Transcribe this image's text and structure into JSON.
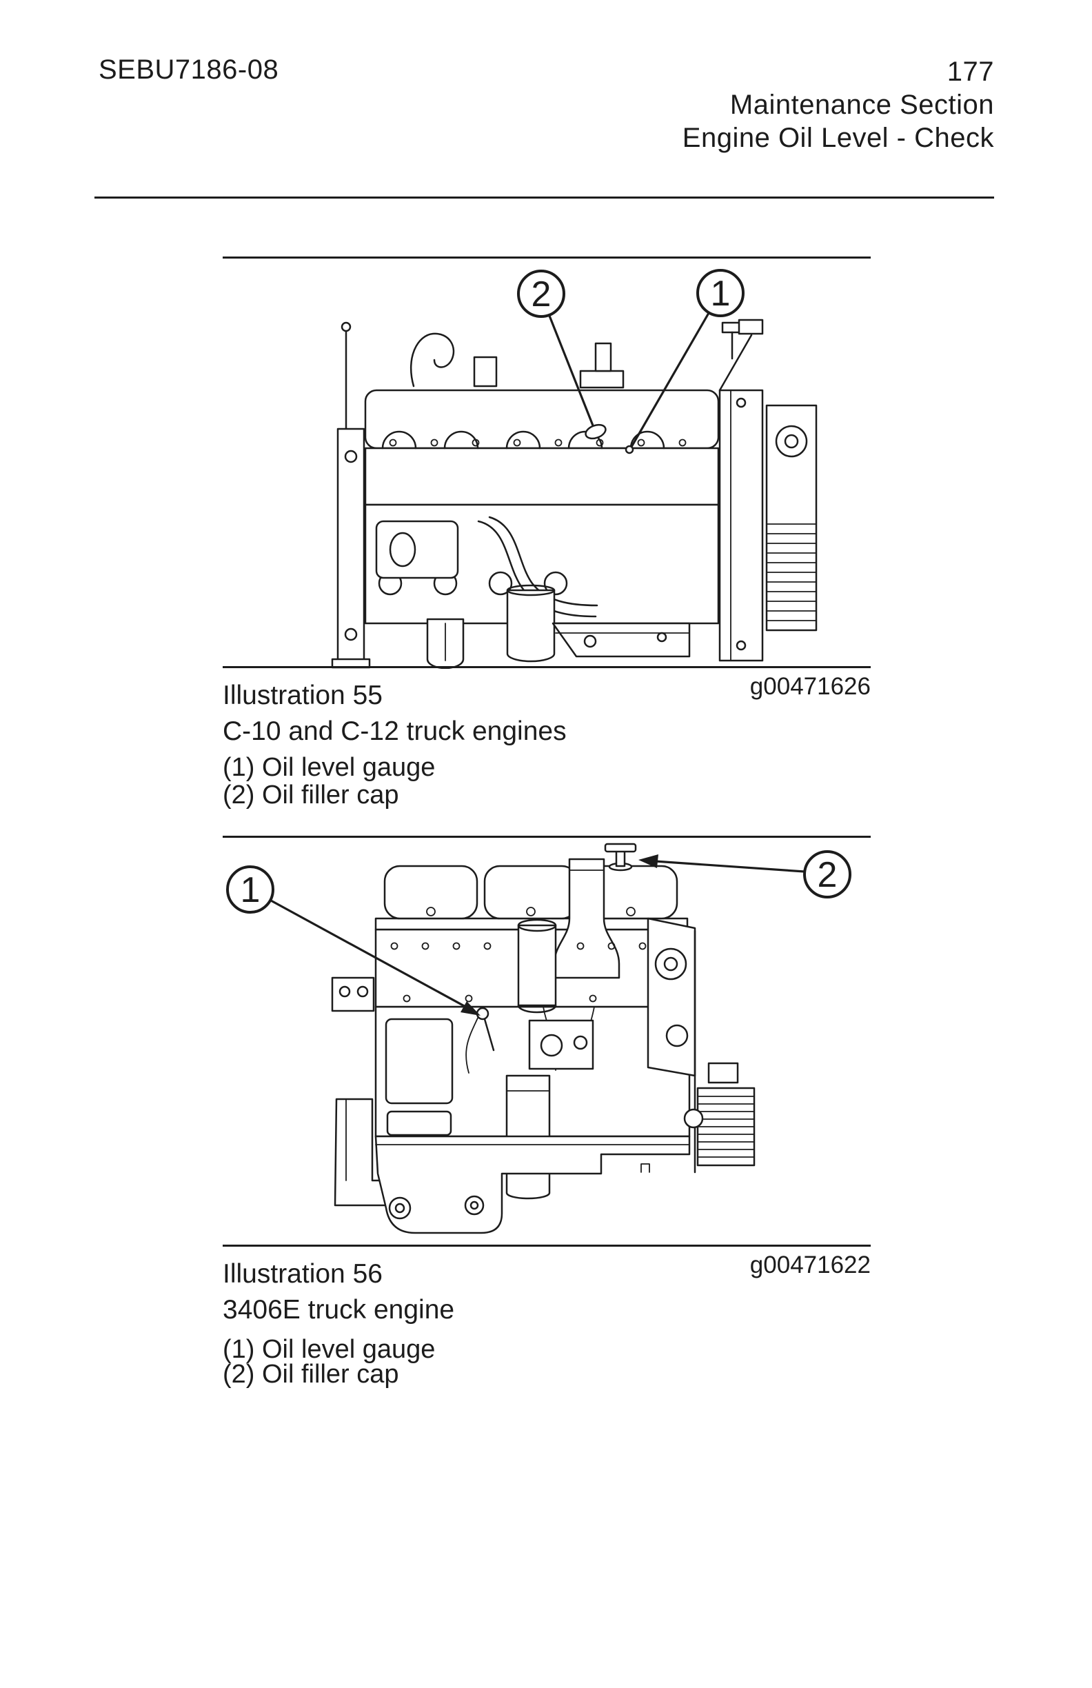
{
  "page": {
    "bg": "#ffffff",
    "ink": "#1c1c1c"
  },
  "header": {
    "doc_number": "SEBU7186-08",
    "page_number": "177",
    "section": "Maintenance Section",
    "title": "Engine Oil Level - Check"
  },
  "figures": [
    {
      "label": "Illustration 55",
      "g_number": "g00471626",
      "caption": "C-10 and C-12 truck engines",
      "legend": [
        "(1) Oil level gauge",
        "(2) Oil filler cap"
      ],
      "callouts": {
        "one": "1",
        "two": "2"
      }
    },
    {
      "label": "Illustration 56",
      "g_number": "g00471622",
      "caption": "3406E truck engine",
      "legend": [
        "(1) Oil level gauge",
        "(2) Oil filler cap"
      ],
      "callouts": {
        "one": "1",
        "two": "2"
      }
    }
  ]
}
